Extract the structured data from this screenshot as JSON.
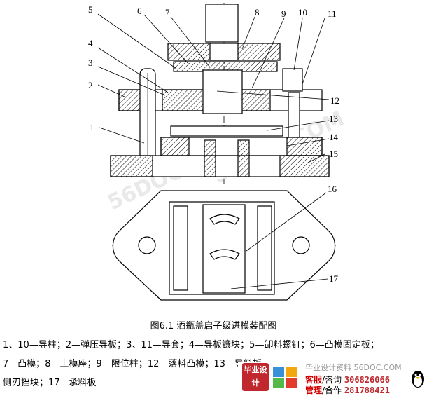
{
  "callouts": [
    "1",
    "2",
    "3",
    "4",
    "5",
    "6",
    "7",
    "8",
    "9",
    "10",
    "11",
    "12",
    "13",
    "14",
    "15",
    "16",
    "17"
  ],
  "watermark": "56DOC.COM",
  "figure_caption": "图6.1 酒瓶盖启子级进模装配图",
  "legend": {
    "line1": "1、10—导柱；2—弹压导板；3、11—导套；4—导板镶块；5—卸料螺钉；6—凸模固定板；",
    "line2": "7—凸模；8—上模座；9—限位柱；12—落料凸模；13—导料板",
    "line3": "侧刃挡块；17—承料板"
  },
  "banner": {
    "logo_text": "毕业设计",
    "site_text": "毕业设计资料 56DOC.COM",
    "service_label": "客服",
    "service_suffix": "/咨询",
    "service_phone": "306826066",
    "manage_label": "管理",
    "manage_suffix": "/合作",
    "manage_phone": "281788421"
  },
  "colors": {
    "ink": "#000000",
    "hatch": "#000000",
    "watermark": "#d8d8d8",
    "banner_red": "#c0282d"
  }
}
